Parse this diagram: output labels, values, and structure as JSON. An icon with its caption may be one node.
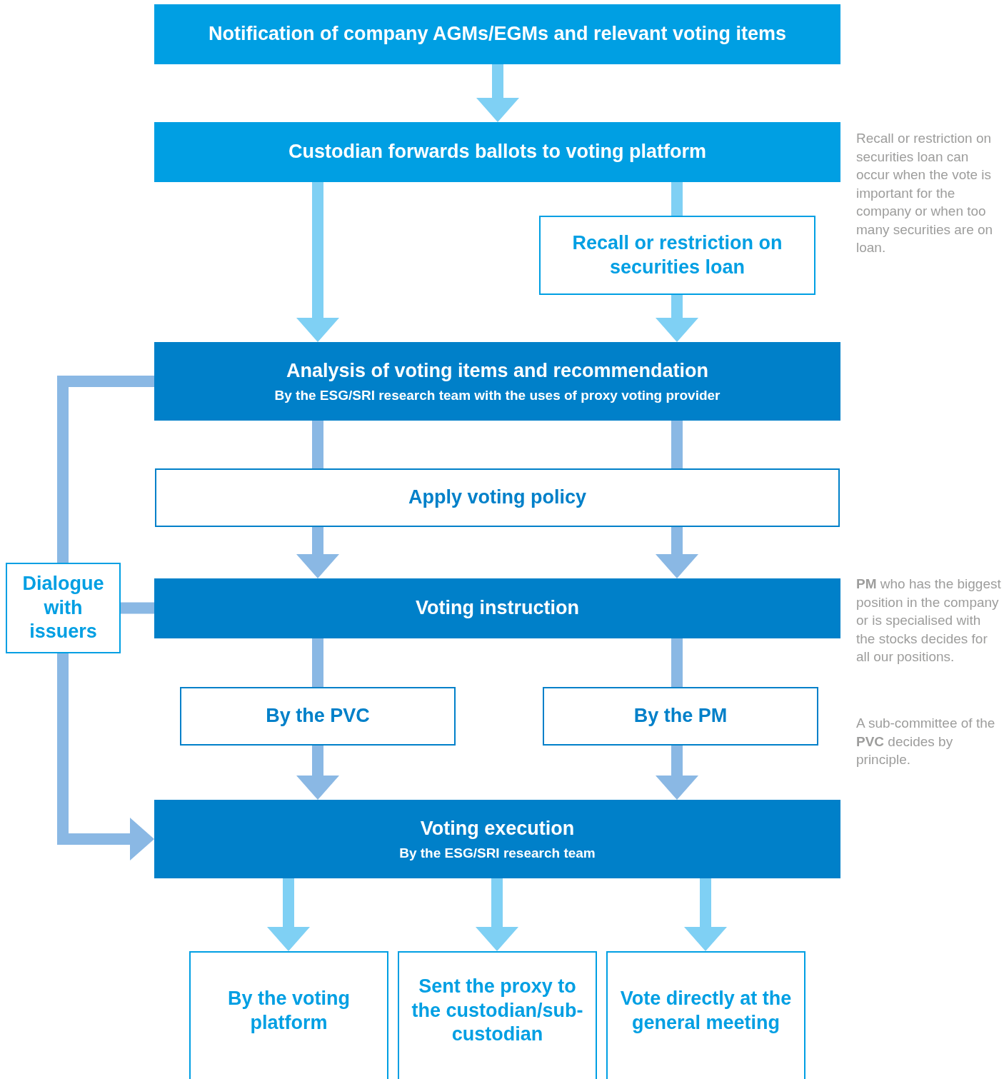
{
  "diagram": {
    "nodes": [
      {
        "text": [
          "Notification of company AGMs/EGMs and relevant voting items"
        ]
      },
      {
        "text": [
          "Custodian forwards ballots to voting platform"
        ]
      },
      {
        "text": [
          "Recall or restriction on securities loan"
        ]
      },
      {
        "text": [
          "Analysis of voting items and recommendation",
          "By the ESG/SRI research team with the uses of proxy voting provider"
        ]
      },
      {
        "text": [
          "Apply voting policy"
        ]
      },
      {
        "text": [
          "Voting instruction"
        ]
      },
      {
        "text": [
          "By the PVC"
        ]
      },
      {
        "text": [
          "By the PM"
        ]
      },
      {
        "text": [
          "Voting execution",
          "By the ESG/SRI research team"
        ]
      },
      {
        "text": [
          "By the voting platform"
        ]
      },
      {
        "text": [
          "Sent the proxy to the custodian/sub-custodian"
        ]
      },
      {
        "text": [
          "Vote directly at the general meeting"
        ]
      },
      {
        "text": [
          "Dialogue with issuers"
        ]
      }
    ],
    "edges": [
      {
        "from": 0,
        "to": 1,
        "arrow": "to",
        "color": "#7fd0f4"
      },
      {
        "from": 1,
        "to": 3,
        "arrow": "to",
        "color": "#7fd0f4"
      },
      {
        "from": 1,
        "to": 2,
        "arrow": "none",
        "color": "#7fd0f4"
      },
      {
        "from": 2,
        "to": 3,
        "arrow": "to",
        "color": "#7fd0f4"
      },
      {
        "from": 3,
        "to": 4,
        "arrow": "none"
      },
      {
        "from": 3,
        "to": 4,
        "arrow": "none"
      },
      {
        "from": 4,
        "to": 5,
        "arrow": "to"
      },
      {
        "from": 4,
        "to": 5,
        "arrow": "to"
      },
      {
        "from": 5,
        "to": 6,
        "arrow": "none"
      },
      {
        "from": 5,
        "to": 7,
        "arrow": "none"
      },
      {
        "from": 6,
        "to": 8,
        "arrow": "to"
      },
      {
        "from": 7,
        "to": 8,
        "arrow": "to"
      },
      {
        "from": 8,
        "to": 9,
        "arrow": "to",
        "color": "#7fd0f4"
      },
      {
        "from": 8,
        "to": 10,
        "arrow": "to",
        "color": "#7fd0f4"
      },
      {
        "from": 8,
        "to": 11,
        "arrow": "to",
        "color": "#7fd0f4"
      },
      {
        "from": 12,
        "to": 3,
        "arrow": "none"
      },
      {
        "from": 12,
        "to": 5,
        "arrow": "none"
      },
      {
        "from": 12,
        "to": 8,
        "arrow": "to"
      }
    ],
    "labels": [
      "Recall or restriction on securities loan can occur when the vote is important for the company or when too many securities are on loan.",
      "**PM** who has the biggest position in the company or is specialised with the stocks decides for all our positions.",
      "A sub-committee of the **PVC** decides by principle."
    ]
  }
}
